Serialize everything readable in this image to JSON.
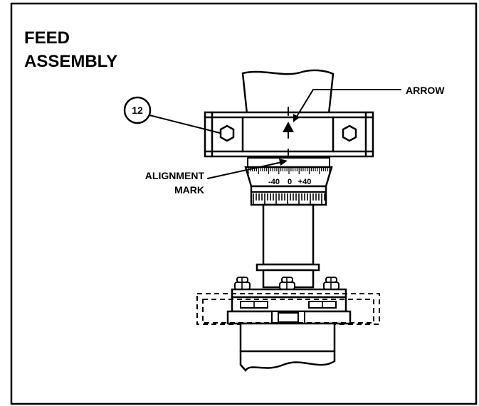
{
  "title": {
    "line1": "FEED",
    "line2": "ASSEMBLY"
  },
  "callout": {
    "number": "12"
  },
  "labels": {
    "arrow": "ARROW",
    "alignment_line1": "ALIGNMENT",
    "alignment_line2": "MARK"
  },
  "dial_scale": {
    "minus": "-40",
    "zero": "0",
    "plus": "+40"
  }
}
